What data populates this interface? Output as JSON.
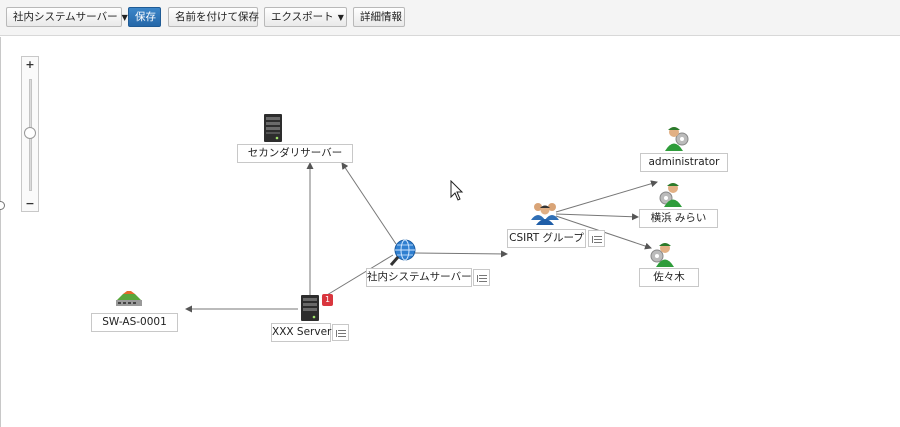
{
  "toolbar": {
    "map_select": "社内システムサーバー",
    "save": "保存",
    "save_as": "名前を付けて保存",
    "export": "エクスポート",
    "details": "詳細情報"
  },
  "zoom": {
    "plus": "+",
    "minus": "−",
    "level": 0.48
  },
  "nodes": {
    "secondary": "セカンダリサーバー",
    "main_system": "社内システムサーバー",
    "xxx_server": "XXX Server",
    "xxx_alert_count": "1",
    "switch": "SW-AS-0001",
    "csirt": "CSIRT グループ",
    "admin": "administrator",
    "yokohama": "横浜 みらい",
    "sasaki": "佐々木"
  },
  "colors": {
    "primary": "#2567a8",
    "alert": "#d9363e",
    "link": "#555555"
  },
  "icons": {
    "map_caret": "caret-down-icon",
    "server": "server-icon",
    "globe": "globe-search-icon",
    "switch": "network-switch-icon",
    "group": "user-group-icon",
    "user": "user-icon",
    "menu": "list-menu-icon",
    "cursor": "mouse-cursor-icon"
  }
}
